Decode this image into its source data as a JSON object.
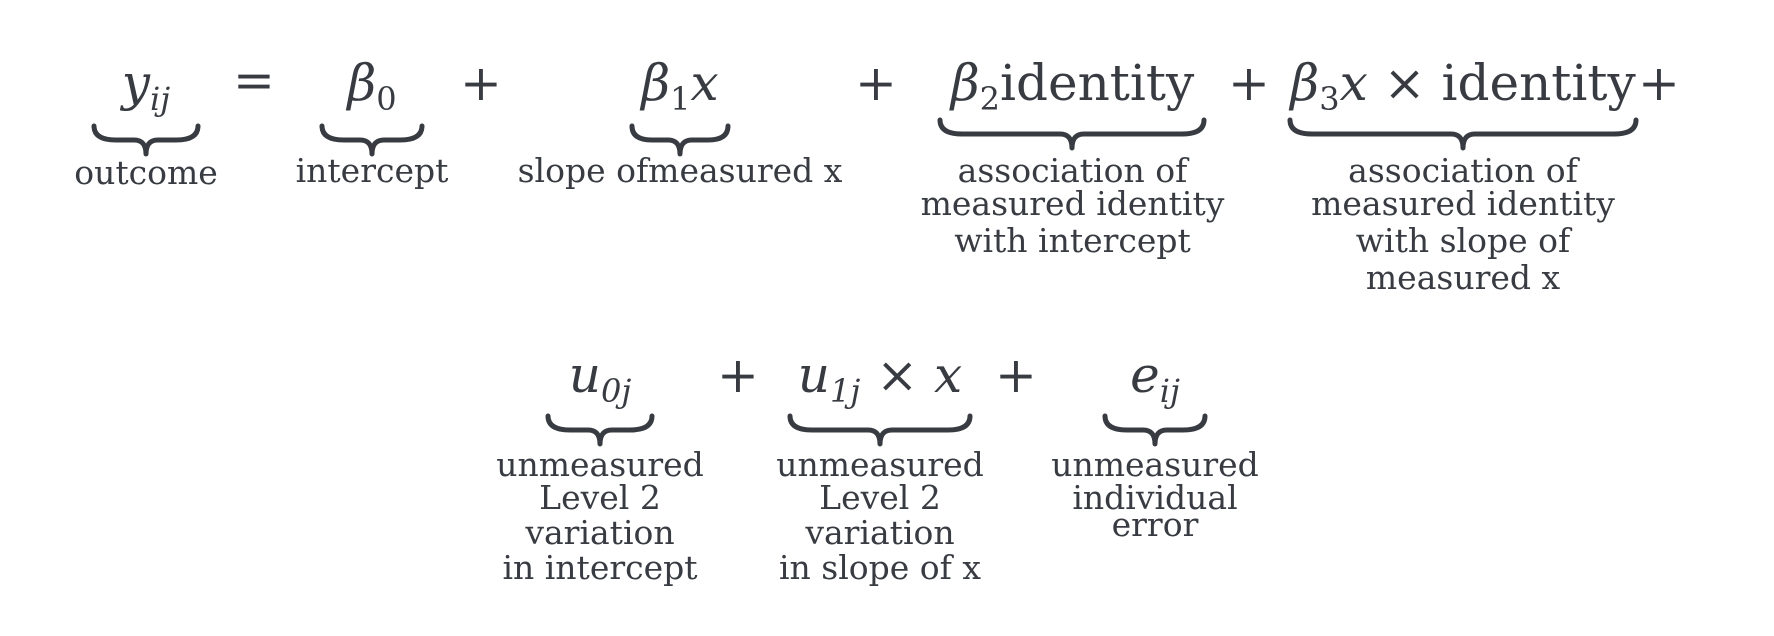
{
  "equals": "=",
  "plus": "+",
  "times": "×",
  "terms": {
    "outcome": {
      "sym": "y",
      "sub": "ij",
      "label": [
        "outcome"
      ]
    },
    "intercept": {
      "sym": "β",
      "sub": "0",
      "label": [
        "intercept"
      ]
    },
    "slope": {
      "sym": "β",
      "sub": "1",
      "tail": "x",
      "label": [
        "slope ofmeasured x"
      ]
    },
    "identity": {
      "sym": "β",
      "sub": "2",
      "word": "identity",
      "label": [
        "association of",
        "measured identity",
        "with intercept"
      ]
    },
    "interaction": {
      "sym": "β",
      "sub": "3",
      "tail": "x",
      "word": "identity",
      "label": [
        "association of",
        "measured identity",
        "with slope of",
        "measured x"
      ]
    },
    "u0": {
      "sym": "u",
      "sub": "0j",
      "label": [
        "unmeasured",
        "Level 2",
        "variation",
        "in intercept"
      ]
    },
    "u1": {
      "sym": "u",
      "sub": "1j",
      "tail": "x",
      "label": [
        "unmeasured",
        "Level 2",
        "variation",
        "in slope of x"
      ]
    },
    "error": {
      "sym": "e",
      "sub": "ij",
      "label": [
        "unmeasured",
        "individual",
        "error"
      ]
    }
  }
}
